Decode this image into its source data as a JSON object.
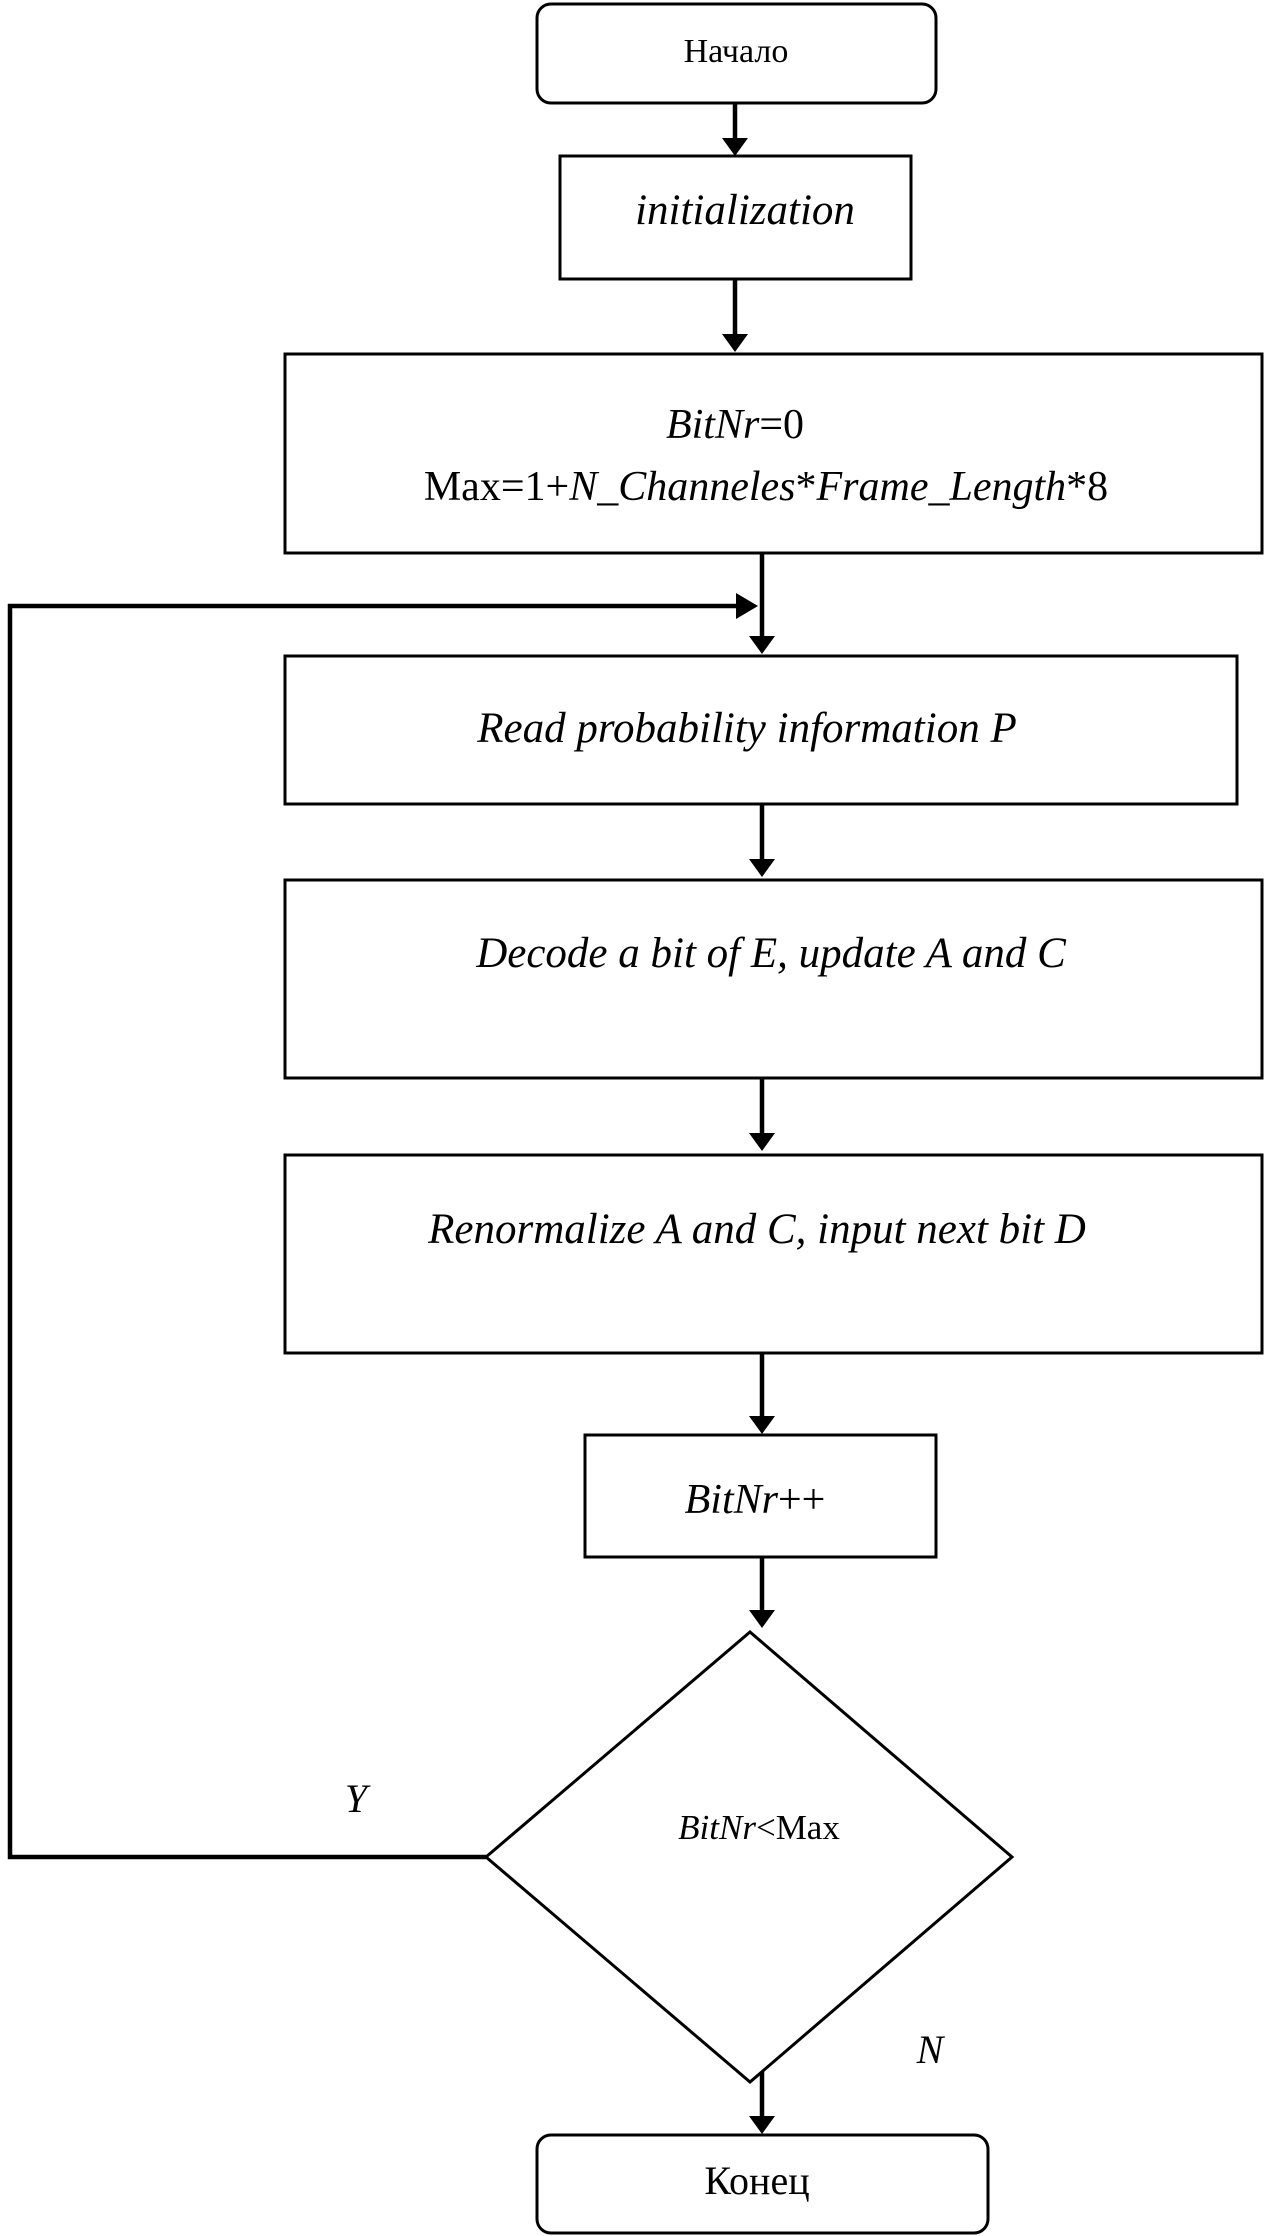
{
  "diagram": {
    "start": {
      "label": "Начало"
    },
    "init": {
      "label": "initialization"
    },
    "setup": {
      "line1": {
        "var": "BitNr",
        "rest": "=0"
      },
      "line2": {
        "prefix": "Max=1+",
        "var1": "N_Channeles",
        "star1": "*",
        "var2": "Frame_Length",
        "suffix": "*8"
      }
    },
    "read": {
      "label": "Read probability information P"
    },
    "decode": {
      "label": "Decode a bit of E, update A and C"
    },
    "renorm": {
      "label": "Renormalize A and C, input next bit D"
    },
    "increment": {
      "var": "BitNr",
      "op": "++"
    },
    "decision": {
      "var": "BitNr",
      "op": "<",
      "rest": "Max"
    },
    "branch_yes": {
      "label": "Y"
    },
    "branch_no": {
      "label": "N"
    },
    "end": {
      "label": "Конец"
    }
  }
}
